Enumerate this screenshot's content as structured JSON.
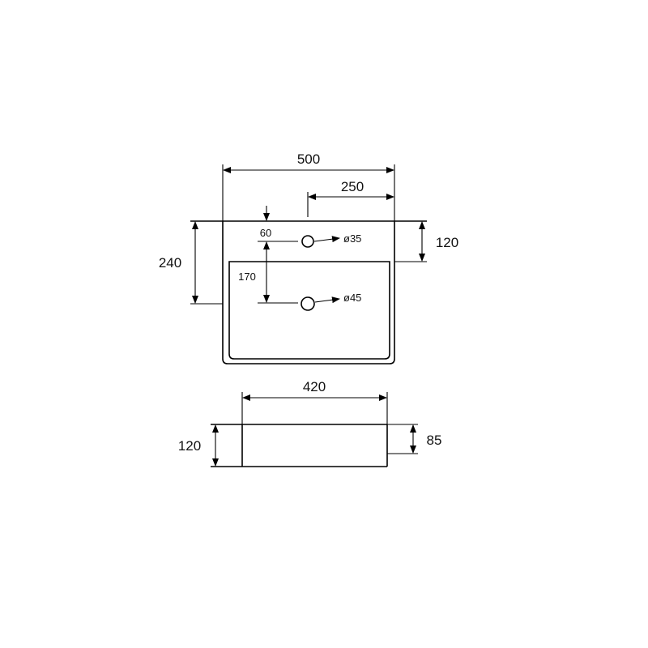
{
  "top_view": {
    "width_label": "500",
    "half_width_label": "250",
    "depth_label": "240",
    "back_offset_label": "120",
    "tap_offset_label": "60",
    "drain_offset_label": "170",
    "tap_hole_label": "ø35",
    "drain_hole_label": "ø45"
  },
  "side_view": {
    "width_label": "420",
    "height_label": "120",
    "inner_height_label": "85"
  },
  "colors": {
    "line": "#000000",
    "background": "#ffffff"
  }
}
